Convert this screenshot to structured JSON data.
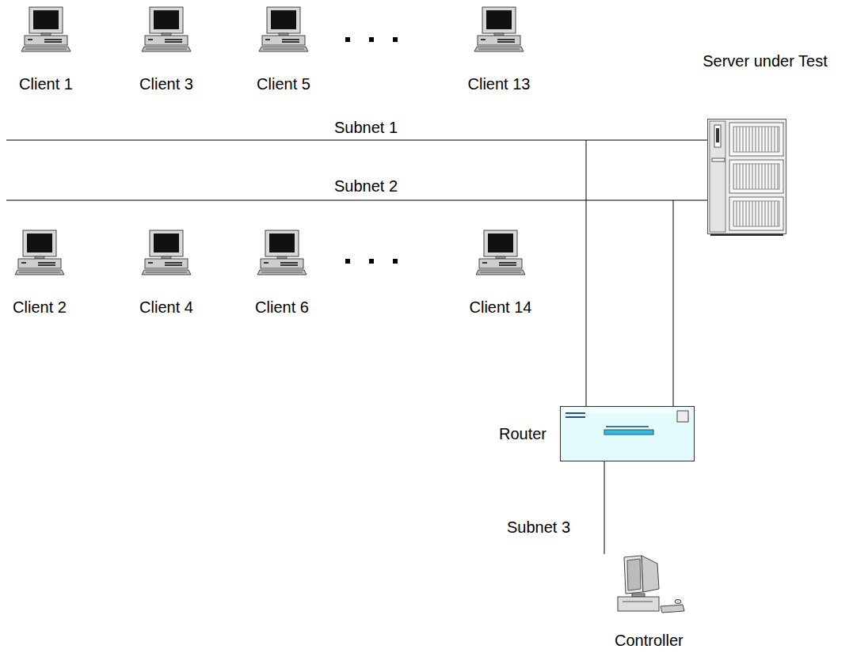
{
  "diagram": {
    "nodes": [
      {
        "text": [
          "Client 1"
        ]
      },
      {
        "text": [
          "Client 3"
        ]
      },
      {
        "text": [
          "Client 5"
        ]
      },
      {
        "text": [
          "Client 13"
        ]
      },
      {
        "text": [
          "Server under Test"
        ]
      },
      {
        "text": [
          "Client 2"
        ]
      },
      {
        "text": [
          "Client 4"
        ]
      },
      {
        "text": [
          "Client 6"
        ]
      },
      {
        "text": [
          "Client 14"
        ]
      },
      {
        "text": [
          "Router"
        ]
      },
      {
        "text": [
          "Controller"
        ]
      }
    ],
    "edges": [
      {
        "from": 4,
        "to": 9,
        "arrow": "none",
        "label": "Subnet 1"
      },
      {
        "from": 4,
        "to": 9,
        "arrow": "none",
        "label": "Subnet 2"
      },
      {
        "from": 9,
        "to": 10,
        "arrow": "none",
        "label": "Subnet 3"
      }
    ]
  }
}
